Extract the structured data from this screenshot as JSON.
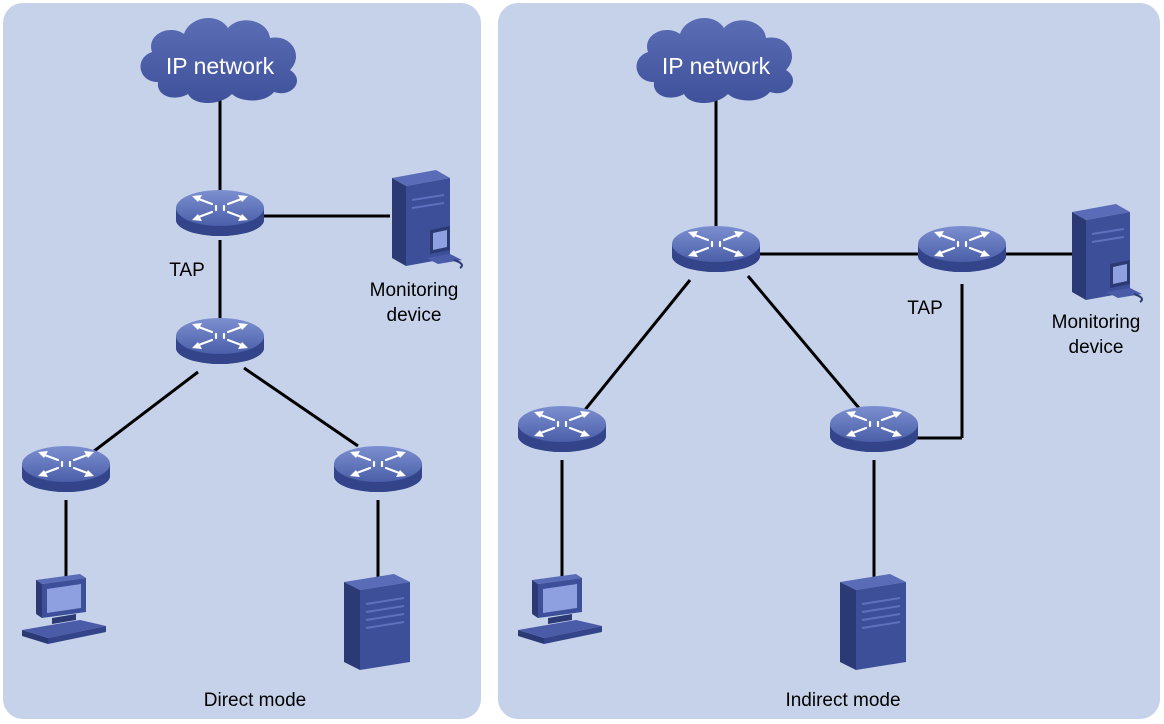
{
  "panels": {
    "direct": {
      "cloud_label": "IP network",
      "tap_label": "TAP",
      "monitor_label_line1": "Monitoring",
      "monitor_label_line2": "device",
      "mode_label": "Direct mode"
    },
    "indirect": {
      "cloud_label": "IP network",
      "tap_label": "TAP",
      "monitor_label_line1": "Monitoring",
      "monitor_label_line2": "device",
      "mode_label": "Indirect mode"
    }
  },
  "colors": {
    "panel_bg": "#c6d2ea",
    "device_blue": "#4a5fa6",
    "device_dark": "#2d3c78",
    "line": "#000000"
  },
  "icons": [
    "cloud-icon",
    "switch-icon",
    "server-icon",
    "pc-icon"
  ]
}
